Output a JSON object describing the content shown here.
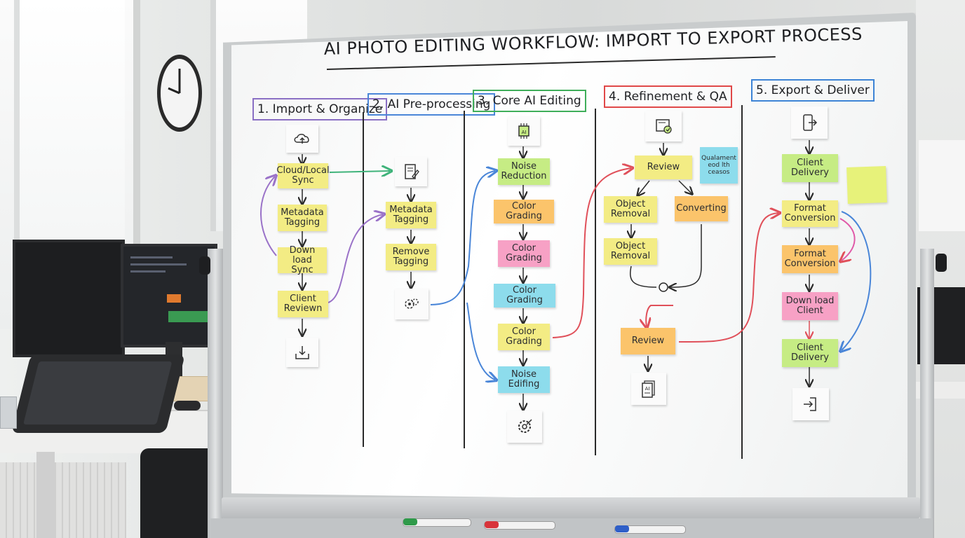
{
  "board": {
    "title": "AI PHOTO EDITING WORKFLOW: IMPORT TO EXPORT PROCESS",
    "columns": [
      {
        "header": "1. Import & Organize",
        "color": "#8a6fc4"
      },
      {
        "header": "2. AI Pre-processing",
        "color": "#4a86d8"
      },
      {
        "header": "3. Core AI Editing",
        "color": "#3fae5a"
      },
      {
        "header": "4. Refinement & QA",
        "color": "#e04848"
      },
      {
        "header": "5. Export & Deliver",
        "color": "#3d84d6"
      }
    ],
    "col1": {
      "notes": [
        "Cloud/Local\nSync",
        "Metadata\nTagging",
        "Down load\nSync",
        "Client\nReviewn"
      ],
      "icons": [
        "cloud-upload-icon",
        "download-tray-icon"
      ]
    },
    "col2": {
      "notes": [
        "Metadata\nTagging",
        "Remove\nTagging"
      ],
      "icons": [
        "document-edit-icon",
        "ai-gears-icon"
      ]
    },
    "col3": {
      "notes": [
        "Noise\nReduction",
        "Color Grading",
        "Color\nGrading",
        "Color Grading",
        "Color\nGrading",
        "Noise\nEdifing"
      ],
      "icons": [
        "ai-chip-icon",
        "gear-settings-icon"
      ]
    },
    "col4": {
      "notes": [
        "Review",
        "Object\nRemoval",
        "Converting",
        "Object\nRemoval",
        "Review"
      ],
      "side_note": "Qualament\neod lth\nceasos",
      "icons": [
        "quality-check-icon",
        "ai-document-icon"
      ]
    },
    "col5": {
      "notes": [
        "Client\nDelivery",
        "Format\nConversion",
        "Format\nConversion",
        "Down load\nClient",
        "Client\nDelivery"
      ],
      "icons": [
        "phone-export-icon",
        "export-arrow-icon"
      ]
    }
  },
  "colors": {
    "yellow": "#f3ec84",
    "green": "#c6ec84",
    "orange": "#fbc46b",
    "pink": "#f7a1c5",
    "cyan": "#8ddcec",
    "arrow_green": "#3fb37a",
    "arrow_purple": "#9a72c8",
    "arrow_blue": "#4a86d8",
    "arrow_red": "#e0505a"
  }
}
